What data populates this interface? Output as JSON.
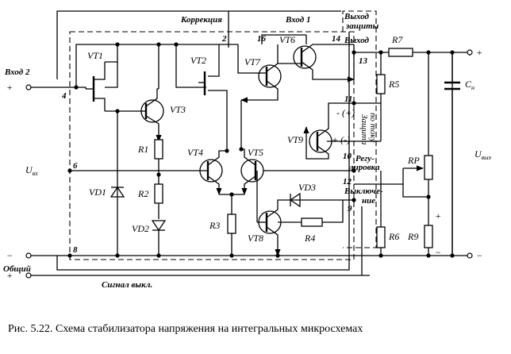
{
  "labels": {
    "input2": "Вход 2",
    "input1": "Вход 1",
    "correction": "Коррекция",
    "protection_out_l1": "Выход",
    "protection_out_l2": "защиты",
    "output": "Выход",
    "current_protection_l1": "Защита",
    "current_protection_l2": "по току",
    "regulation_l1": "Регу-",
    "regulation_l2": "лировка",
    "shutdown_l1": "Выключе-",
    "shutdown_l2": "ние",
    "common": "Общий",
    "shutdown_signal": "Сигнал выкл.",
    "u_in_main": "U",
    "u_in_sub": "вх",
    "u_out_main": "U",
    "u_out_sub": "вых",
    "cap_main": "C",
    "cap_sub": "н",
    "minus_plus": "- (+)",
    "plus_minus": "+ (-)",
    "plus": "+",
    "minus": "−",
    "plus_sign": "+",
    "minus_sign": "−",
    "plus_term": "+ o",
    "minus_term": "− o",
    "out_plus_term": "o +",
    "out_minus_term": "o −",
    "common_term": "o",
    "signal_term": "+ o"
  },
  "components": {
    "vt1": "VT1",
    "vt2": "VT2",
    "vt3": "VT3",
    "vt4": "VT4",
    "vt5": "VT5",
    "vt6": "VT6",
    "vt7": "VT7",
    "vt8": "VT8",
    "vt9": "VT9",
    "r1": "R1",
    "r2": "R2",
    "r3": "R3",
    "r4": "R4",
    "r5": "R5",
    "r6": "R6",
    "r7": "R7",
    "r9": "R9",
    "rp": "RP",
    "vd1": "VD1",
    "vd2": "VD2",
    "vd3": "VD3"
  },
  "pins": {
    "p2": "2",
    "p4": "4",
    "p6": "6",
    "p8": "8",
    "p9": "9",
    "p10": "10",
    "p11": "11",
    "p12": "12",
    "p13": "13",
    "p14": "14",
    "p16": "16"
  },
  "caption": "Рис. 5.22. Схема стабилизатора напряжения на интегральных микросхемах"
}
